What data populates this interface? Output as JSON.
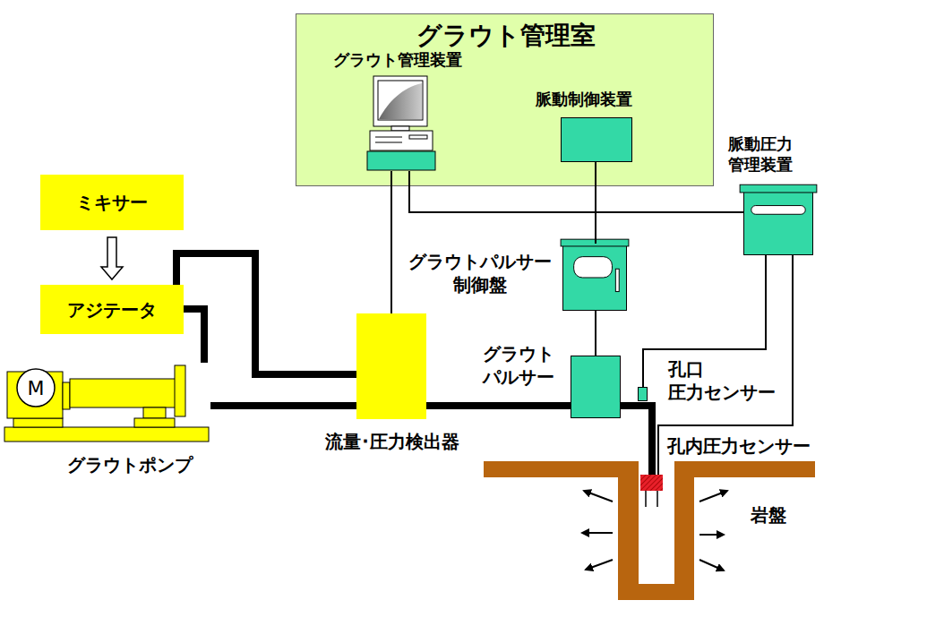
{
  "diagram": {
    "nodes": [
      {
        "text": [
          "グラウト管理室"
        ]
      },
      {
        "text": [
          "グラウト管理装置"
        ],
        "in": 0
      },
      {
        "text": [
          "脈動制御装置"
        ],
        "in": 0
      },
      {
        "text": [
          "脈動圧力 管理装置"
        ]
      },
      {
        "text": [
          "ミキサー"
        ]
      },
      {
        "text": [
          "アジテータ"
        ]
      },
      {
        "text": [
          "グラウトポンプ"
        ]
      },
      {
        "text": [
          "流量･圧力検出器"
        ]
      },
      {
        "text": [
          "グラウトパルサー 制御盤"
        ]
      },
      {
        "text": [
          "グラウト パルサー"
        ]
      },
      {
        "text": [
          "孔口 圧力センサー"
        ]
      },
      {
        "text": [
          "孔内圧力センサー"
        ]
      }
    ],
    "edges": [
      {
        "from": 4,
        "to": 5,
        "arrow": "to"
      },
      {
        "from": 5,
        "to": 6,
        "arrow": "none"
      },
      {
        "from": 6,
        "to": 7,
        "arrow": "none"
      },
      {
        "from": 7,
        "to": 5,
        "arrow": "none"
      },
      {
        "from": 7,
        "to": 9,
        "arrow": "none"
      },
      {
        "from": 9,
        "to": 11,
        "arrow": "none"
      },
      {
        "from": 1,
        "to": 7,
        "arrow": "none"
      },
      {
        "from": 1,
        "to": 3,
        "arrow": "none"
      },
      {
        "from": 2,
        "to": 8,
        "arrow": "none"
      },
      {
        "from": 8,
        "to": 9,
        "arrow": "none"
      },
      {
        "from": 3,
        "to": 10,
        "arrow": "none"
      },
      {
        "from": 3,
        "to": 11,
        "arrow": "none"
      }
    ],
    "labels": [
      "M",
      "岩盤"
    ]
  }
}
